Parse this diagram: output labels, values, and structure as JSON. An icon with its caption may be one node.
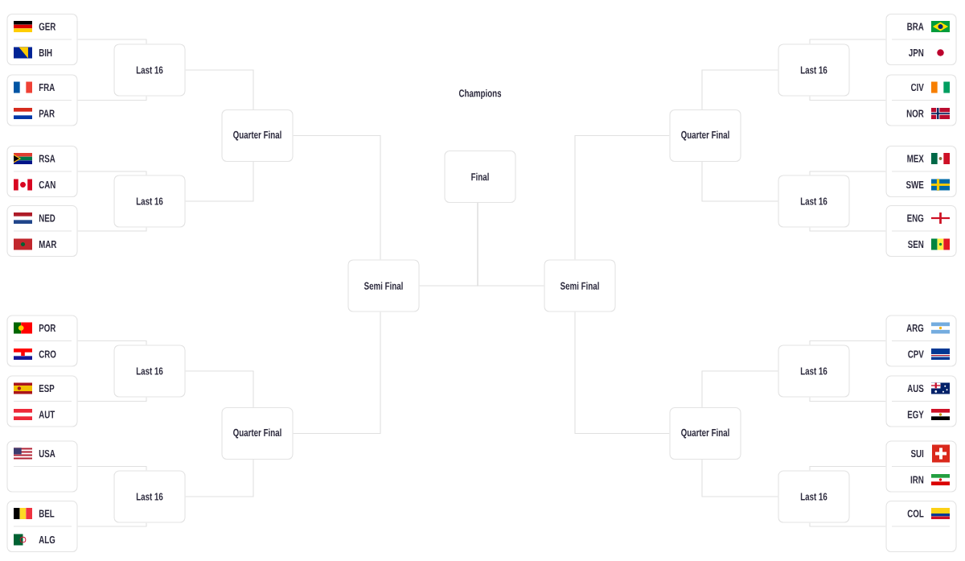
{
  "diagram": {
    "nodes": [
      {
        "text": [
          "GER",
          "BIH"
        ]
      },
      {
        "text": [
          "FRA",
          "PAR"
        ]
      },
      {
        "text": [
          "RSA",
          "CAN"
        ]
      },
      {
        "text": [
          "NED",
          "MAR"
        ]
      },
      {
        "text": [
          "POR",
          "CRO"
        ]
      },
      {
        "text": [
          "ESP",
          "AUT"
        ]
      },
      {
        "text": [
          "USA"
        ]
      },
      {
        "text": [
          "BEL",
          "ALG"
        ]
      },
      {
        "text": [
          "Last 16"
        ]
      },
      {
        "text": [
          "Last 16"
        ]
      },
      {
        "text": [
          "Last 16"
        ]
      },
      {
        "text": [
          "Last 16"
        ]
      },
      {
        "text": [
          "Quarter Final"
        ]
      },
      {
        "text": [
          "Quarter Final"
        ]
      },
      {
        "text": [
          "Semi Final"
        ]
      },
      {
        "text": [
          "Final"
        ]
      },
      {
        "text": [
          "Semi Final"
        ]
      },
      {
        "text": [
          "Quarter Final"
        ]
      },
      {
        "text": [
          "Quarter Final"
        ]
      },
      {
        "text": [
          "Last 16"
        ]
      },
      {
        "text": [
          "Last 16"
        ]
      },
      {
        "text": [
          "Last 16"
        ]
      },
      {
        "text": [
          "Last 16"
        ]
      },
      {
        "text": [
          "BRA",
          "JPN"
        ]
      },
      {
        "text": [
          "CIV",
          "NOR"
        ]
      },
      {
        "text": [
          "MEX",
          "SWE"
        ]
      },
      {
        "text": [
          "ENG",
          "SEN"
        ]
      },
      {
        "text": [
          "ARG",
          "CPV"
        ]
      },
      {
        "text": [
          "AUS",
          "EGY"
        ]
      },
      {
        "text": [
          "SUI",
          "IRN"
        ]
      },
      {
        "text": [
          "COL"
        ]
      }
    ],
    "edges": [
      {
        "from": 0,
        "to": 8,
        "arrow": "none"
      },
      {
        "from": 1,
        "to": 8,
        "arrow": "none"
      },
      {
        "from": 2,
        "to": 9,
        "arrow": "none"
      },
      {
        "from": 3,
        "to": 9,
        "arrow": "none"
      },
      {
        "from": 4,
        "to": 10,
        "arrow": "none"
      },
      {
        "from": 5,
        "to": 10,
        "arrow": "none"
      },
      {
        "from": 6,
        "to": 11,
        "arrow": "none"
      },
      {
        "from": 7,
        "to": 11,
        "arrow": "none"
      },
      {
        "from": 8,
        "to": 12,
        "arrow": "none"
      },
      {
        "from": 9,
        "to": 12,
        "arrow": "none"
      },
      {
        "from": 10,
        "to": 13,
        "arrow": "none"
      },
      {
        "from": 11,
        "to": 13,
        "arrow": "none"
      },
      {
        "from": 12,
        "to": 14,
        "arrow": "none"
      },
      {
        "from": 13,
        "to": 14,
        "arrow": "none"
      },
      {
        "from": 14,
        "to": 15,
        "arrow": "none"
      },
      {
        "from": 16,
        "to": 15,
        "arrow": "none"
      },
      {
        "from": 17,
        "to": 16,
        "arrow": "none"
      },
      {
        "from": 18,
        "to": 16,
        "arrow": "none"
      },
      {
        "from": 19,
        "to": 17,
        "arrow": "none"
      },
      {
        "from": 20,
        "to": 17,
        "arrow": "none"
      },
      {
        "from": 21,
        "to": 18,
        "arrow": "none"
      },
      {
        "from": 22,
        "to": 18,
        "arrow": "none"
      },
      {
        "from": 23,
        "to": 19,
        "arrow": "none"
      },
      {
        "from": 24,
        "to": 19,
        "arrow": "none"
      },
      {
        "from": 25,
        "to": 20,
        "arrow": "none"
      },
      {
        "from": 26,
        "to": 20,
        "arrow": "none"
      },
      {
        "from": 27,
        "to": 21,
        "arrow": "none"
      },
      {
        "from": 28,
        "to": 21,
        "arrow": "none"
      },
      {
        "from": 29,
        "to": 22,
        "arrow": "none"
      },
      {
        "from": 30,
        "to": 22,
        "arrow": "none"
      }
    ],
    "labels": [
      "Champions"
    ]
  }
}
